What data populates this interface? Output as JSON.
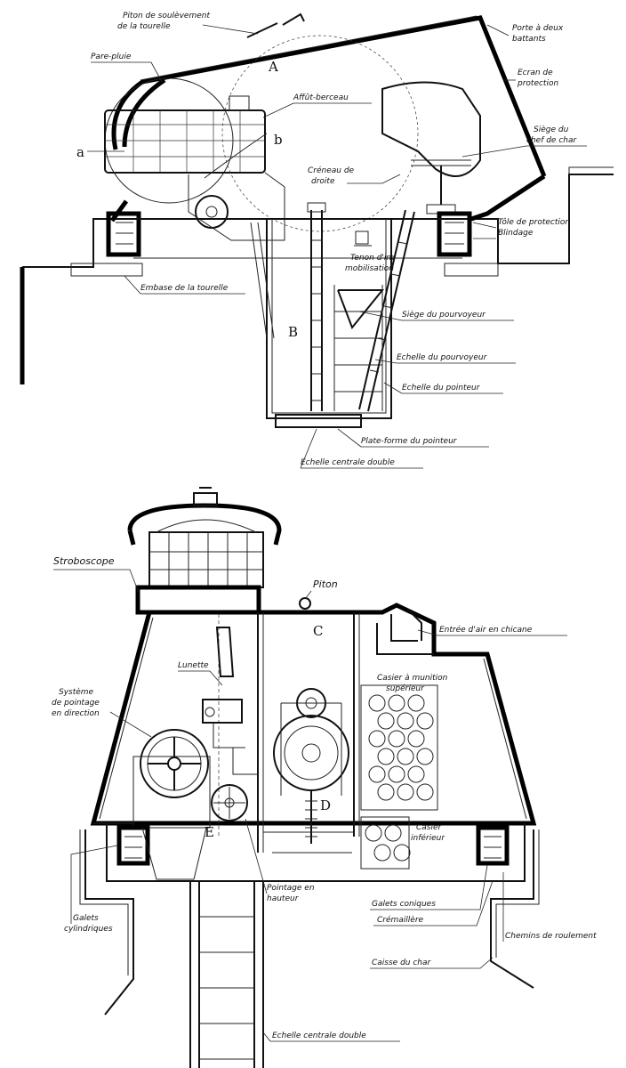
{
  "top_view": {
    "labels": {
      "piton_soulevement": [
        "Piton de soulèvement",
        "de la tourelle"
      ],
      "pare_pluie": "Pare-pluie",
      "porte": [
        "Porte à deux",
        "battants"
      ],
      "ecran": [
        "Ecran de",
        "protection"
      ],
      "affut": "Affût-berceau",
      "siege_chef": [
        "Siège du",
        "chef de char"
      ],
      "creneau": [
        "Créneau de",
        "droite"
      ],
      "tole": "Tôle de protection",
      "blindage": "Blindage",
      "tenon": [
        "Tenon d'im-",
        "mobilisation"
      ],
      "embase": "Embase de la tourelle",
      "siege_pourvoyeur": "Siège du pourvoyeur",
      "echelle_pourvoyeur": "Echelle du pourvoyeur",
      "echelle_pointeur": "Echelle du pointeur",
      "plate_forme": "Plate-forme du pointeur",
      "echelle_centrale": "Echelle centrale double"
    },
    "letters": {
      "A": "A",
      "a": "a",
      "b": "b",
      "B": "B"
    }
  },
  "bottom_view": {
    "labels": {
      "stroboscope": "Stroboscope",
      "piton": "Piton",
      "entree_air": "Entrée d'air en chicane",
      "lunette": "Lunette",
      "systeme": [
        "Système",
        "de pointage",
        "en direction"
      ],
      "casier_sup": [
        "Casier à munition",
        "supérieur"
      ],
      "casier_inf": [
        "Casier",
        "inférieur"
      ],
      "pointage_hauteur": [
        "Pointage en",
        "hauteur"
      ],
      "galets_cyl": [
        "Galets",
        "cylindriques"
      ],
      "galets_con": "Galets coniques",
      "cremaillere": "Crémaillère",
      "chemins": "Chemins de roulement",
      "caisse": "Caisse du char",
      "echelle_centrale": "Echelle centrale double"
    },
    "letters": {
      "C": "C",
      "D": "D",
      "E": "E"
    }
  }
}
